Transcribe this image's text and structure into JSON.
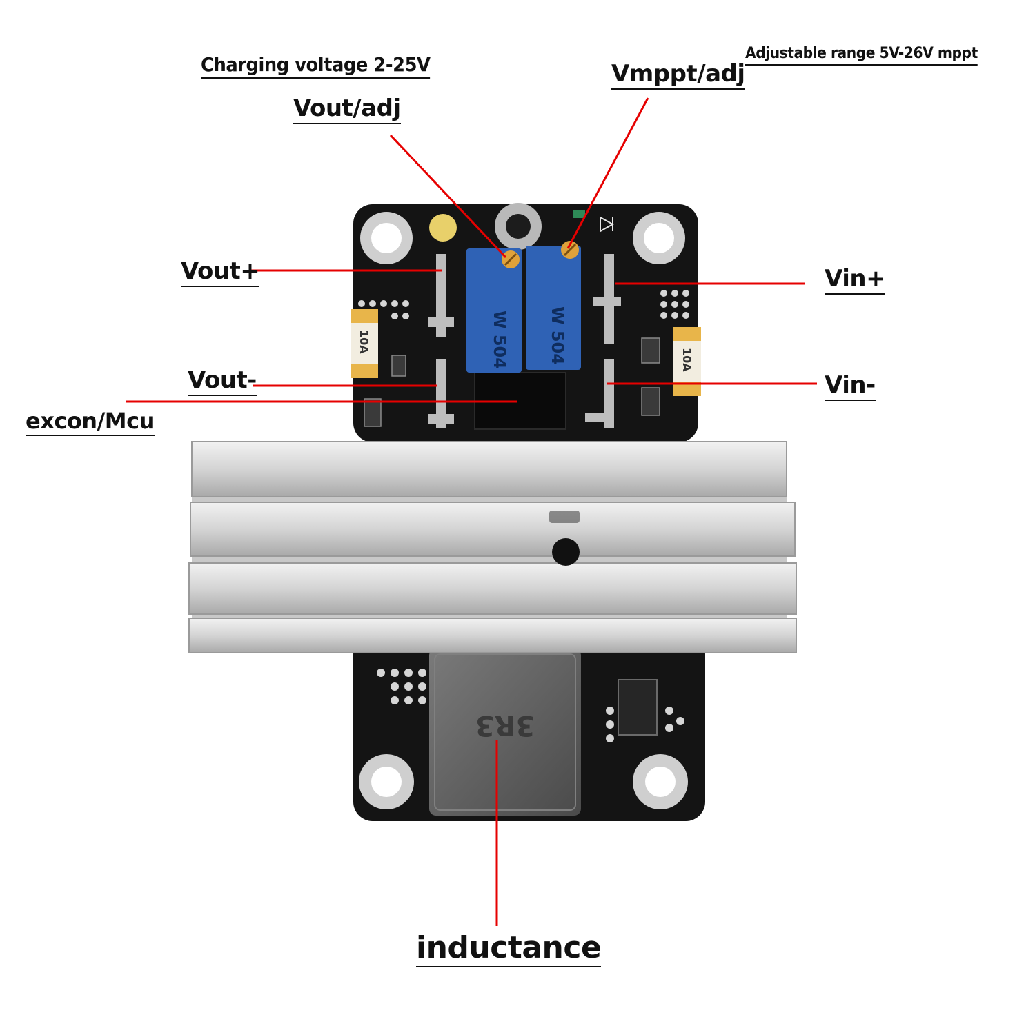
{
  "labels": {
    "charging_voltage": "Charging voltage 2-25V",
    "adjustable_range": "Adjustable range 5V-26V mppt",
    "vout_adj": "Vout/adj",
    "vmppt_adj": "Vmppt/adj",
    "vout_plus": "Vout+",
    "vin_plus": "Vin+",
    "vout_minus": "Vout-",
    "vin_minus": "Vin-",
    "excon_mcu": "excon/Mcu",
    "inductance": "inductance"
  },
  "board": {
    "pot_code": "W 504",
    "fuse_rating": "10A",
    "inductor_code": "3R3"
  },
  "colors": {
    "leader_line": "#e60000",
    "pcb": "#141414",
    "heatsink": "#d9d9d9",
    "potentiometer": "#2f62b5",
    "fuse": "#e8b54a",
    "inductor": "#5e5e5e"
  }
}
